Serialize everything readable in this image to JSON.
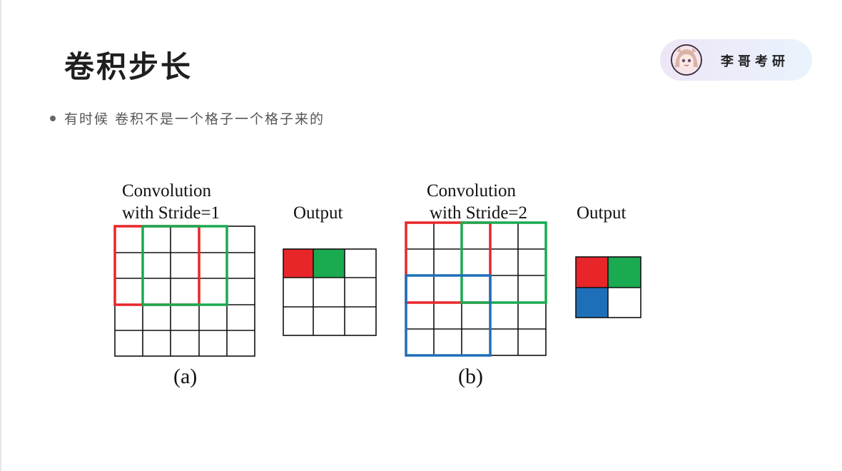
{
  "slide": {
    "title": "卷积步长",
    "bullet": "有时候 卷积不是一个格子一个格子来的"
  },
  "badge": {
    "text": "李哥考研",
    "avatar_icon": "anime-girl-avatar-icon"
  },
  "figure": {
    "a": {
      "title_line1": "Convolution",
      "title_line2": "with Stride=1",
      "output_label": "Output",
      "caption": "(a)"
    },
    "b": {
      "title_line1": "Convolution",
      "title_line2": "with Stride=2",
      "output_label": "Output",
      "caption": "(b)"
    }
  },
  "colors": {
    "red": "#e8262a",
    "green": "#1aaa50",
    "blue": "#1f6fb8"
  }
}
